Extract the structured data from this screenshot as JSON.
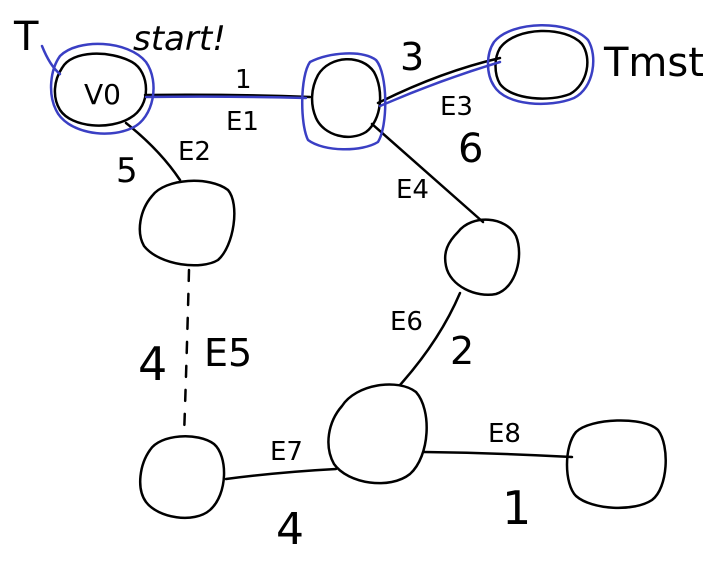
{
  "colors": {
    "ink": "#000000",
    "tree": "#3a3fc4",
    "start": "#e0201b"
  },
  "labels": {
    "start": "start!",
    "t": "T",
    "tmst": "Tmst",
    "v0": "V0"
  },
  "edges": {
    "e1": {
      "name": "E1",
      "weight": "1"
    },
    "e2": {
      "name": "E2",
      "weight": "5"
    },
    "e3": {
      "name": "E3",
      "weight": "3"
    },
    "e4": {
      "name": "E4",
      "weight": "6"
    },
    "e5": {
      "name": "E5",
      "weight": "4"
    },
    "e6": {
      "name": "E6",
      "weight": "2"
    },
    "e7": {
      "name": "E7",
      "weight": "4"
    },
    "e8": {
      "name": "E8",
      "weight": "1"
    }
  }
}
